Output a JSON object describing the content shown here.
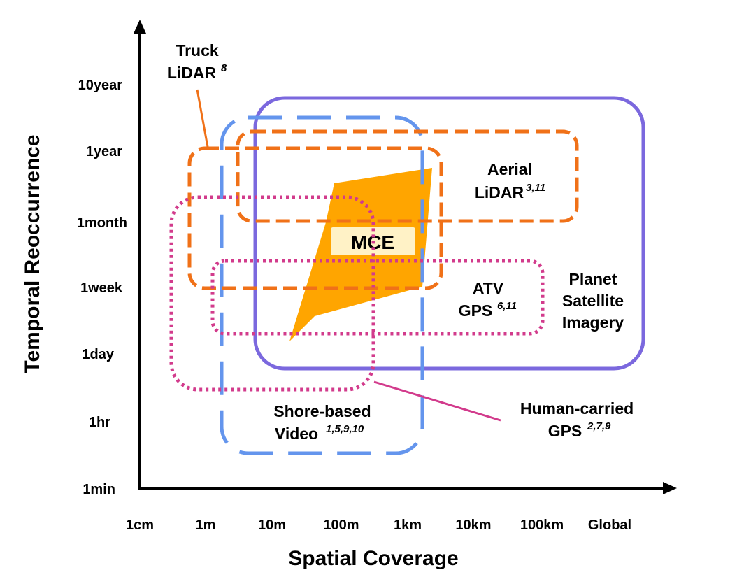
{
  "axes": {
    "x_title": "Spatial Coverage",
    "y_title": "Temporal Reoccurrence",
    "x_ticks": [
      "1cm",
      "1m",
      "10m",
      "100m",
      "1km",
      "10km",
      "100km",
      "Global"
    ],
    "y_ticks": [
      "10year",
      "1year",
      "1month",
      "1week",
      "1day",
      "1hr",
      "1min"
    ]
  },
  "regions": {
    "truck_lidar": {
      "line1": "Truck",
      "line2": "LiDAR",
      "refs": "8",
      "color": "#f07118",
      "style": "dashed"
    },
    "aerial_lidar": {
      "line1": "Aerial",
      "line2": "LiDAR",
      "refs": "3,11",
      "color": "#f07118",
      "style": "dashed"
    },
    "planet": {
      "line1": "Planet",
      "line2": "Satellite",
      "line3": "Imagery",
      "color": "#7b68de",
      "style": "solid"
    },
    "atv_gps": {
      "line1": "ATV",
      "line2": "GPS",
      "refs": "6,11",
      "color": "#d23b8c",
      "style": "dotted"
    },
    "shore_video": {
      "line1": "Shore-based",
      "line2": "Video",
      "refs": "1,5,9,10",
      "color": "#6495ed",
      "style": "long-dashed"
    },
    "human_gps": {
      "line1": "Human-carried",
      "line2": "GPS",
      "refs": "2,7,9",
      "color": "#d23b8c",
      "style": "dotted"
    },
    "mce": {
      "label": "MCE",
      "color": "#ffa500",
      "label_bg": "#fff2c6"
    }
  }
}
